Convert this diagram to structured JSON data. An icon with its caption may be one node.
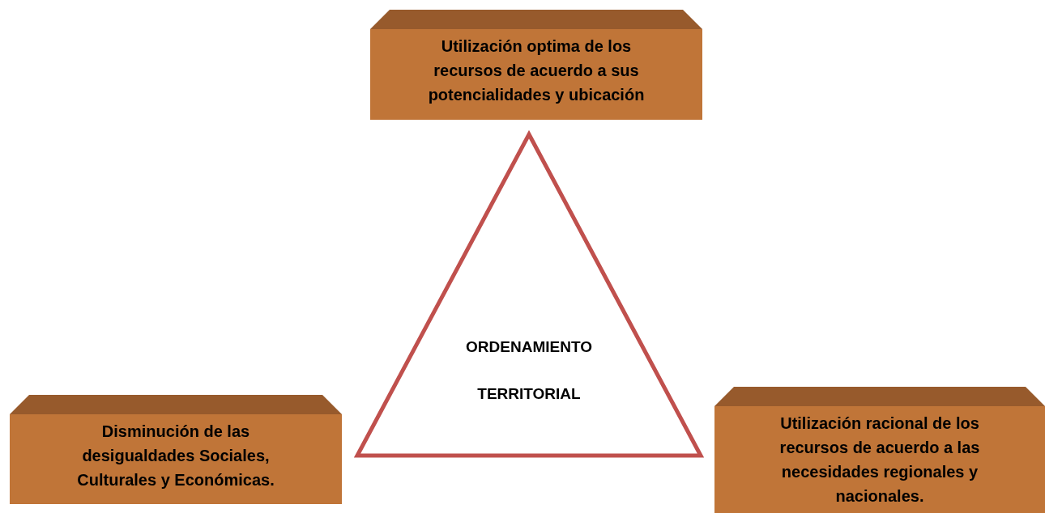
{
  "diagram": {
    "nodes": [
      {
        "text": [
          "Utilización optima de los recursos de acuerdo a sus potencialidades y ubicación"
        ]
      },
      {
        "text": [
          "ORDENAMIENTO TERRITORIAL"
        ]
      },
      {
        "text": [
          "Disminución de las desigualdades Sociales, Culturales y Económicas."
        ]
      },
      {
        "text": [
          "Utilización racional de los recursos de acuerdo a las necesidades regionales y nacionales."
        ]
      }
    ]
  }
}
